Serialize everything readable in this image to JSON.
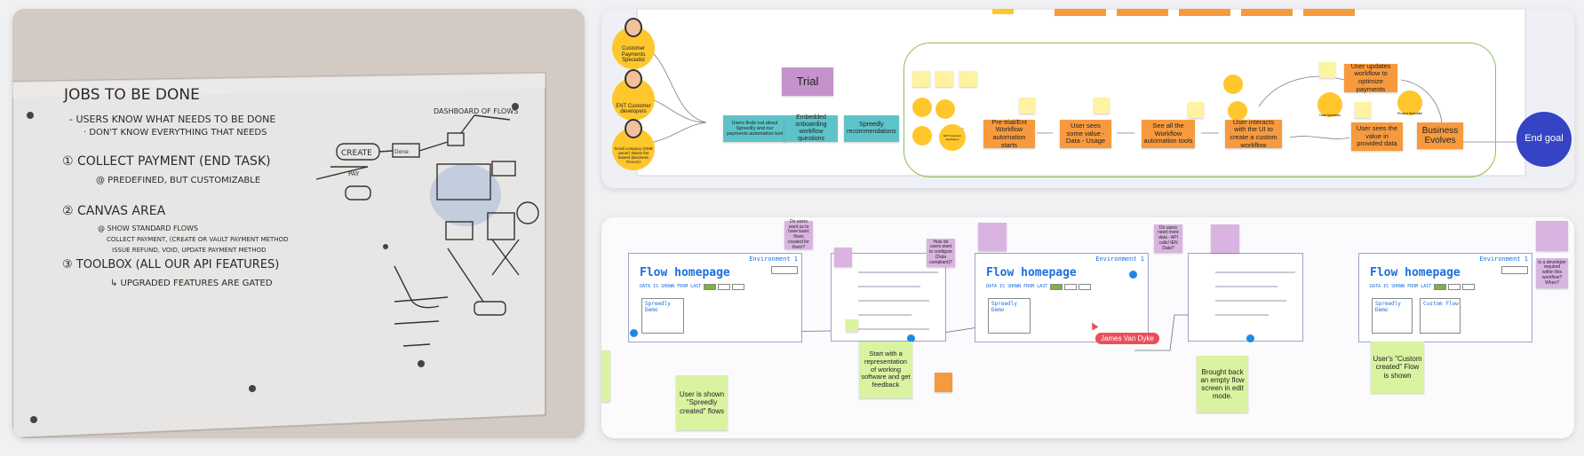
{
  "whiteboard": {
    "title": "JOBS TO BE DONE",
    "line1": "- USERS KNOW WHAT NEEDS TO BE DONE",
    "line2": "· DON'T KNOW EVERYTHING THAT NEEDS",
    "item1": "① COLLECT PAYMENT (END TASK)",
    "item1a": "@ PREDEFINED, BUT CUSTOMIZABLE",
    "item2": "② CANVAS AREA",
    "item2a": "@ SHOW STANDARD FLOWS",
    "item2b": "COLLECT PAYMENT, (CREATE OR VAULT PAYMENT METHOD",
    "item2c": "ISSUE REFUND, VOID, UPDATE PAYMENT METHOD",
    "item3": "③ TOOLBOX (ALL OUR API FEATURES)",
    "item3a": "↳ UPGRADED FEATURES ARE GATED",
    "dashboard": "DASHBOARD OF FLOWS",
    "create": "CREATE",
    "done": "Done",
    "pay": "PAY"
  },
  "journey": {
    "trial": "Trial",
    "personas": [
      "Customer Payments Specialist",
      "ENT Customer developers",
      "Small company (SMB owner) Wants the fastest (Business Person)"
    ],
    "steps": [
      "Users finds out about Spreedly and our payments automation tool",
      "Embedded onboarding workflow questions",
      "Spreedly recommendations",
      "Pre-trial/Ent Workflow automation starts",
      "User sees some value - Data - Usage",
      "See all the Workflow automation tools",
      "User interacts with the UI to create a custom workflow",
      "User updates workflow to optimize payments",
      "User sees the value in provided data",
      "Business Evolves"
    ],
    "mini_personas": [
      "ENT Customer developers",
      "Data Specialist",
      "Product Specialist"
    ],
    "end_goal": "End goal"
  },
  "flow": {
    "frame_title": "Flow homepage",
    "environment": "Environment 1",
    "subtitle": "DATA IS SHOWN FROM LAST",
    "card1": "Spreedly Demo",
    "card2": "Custom Flow",
    "cursor_user": "James Van Dyke",
    "notes": [
      "User is shown \"Spreedly created\" flows",
      "Start with a representation of working software and get feedback",
      "Brought back an empty flow screen in edit mode.",
      "User's \"Custom created\" Flow is shown"
    ],
    "purple_notes": [
      "Do users want us to have basic flows created for them?",
      "How do users want to configure (Data compliant)?",
      "Do users need more data - API calls! IEN Data?",
      "Is a developer required within this workflow? When?"
    ]
  }
}
